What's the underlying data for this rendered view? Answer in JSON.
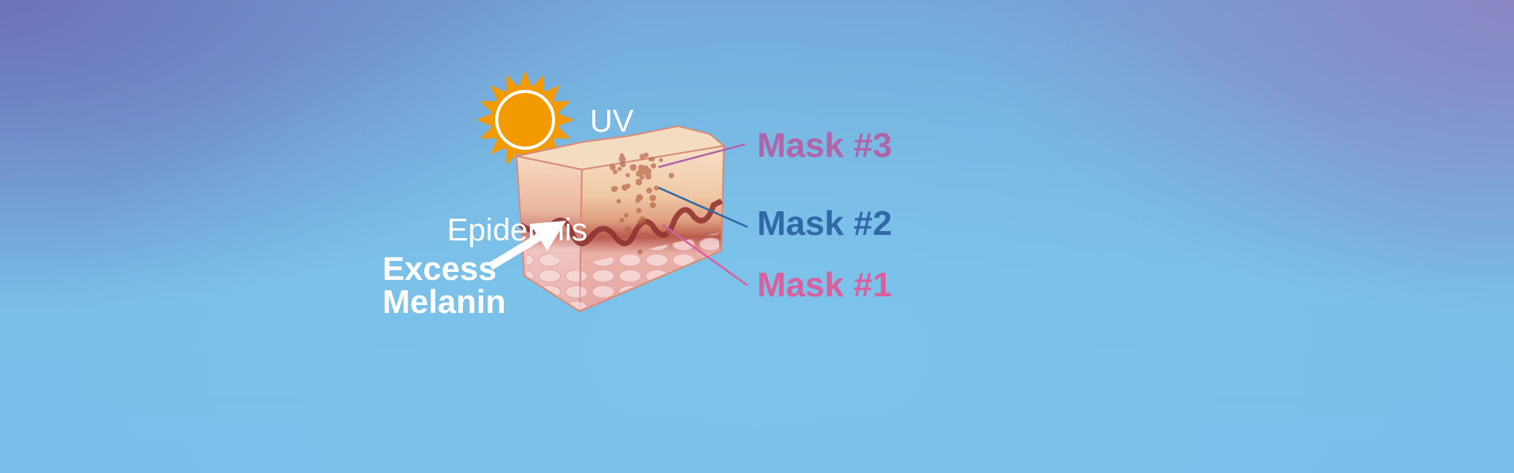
{
  "labels": {
    "uv": "UV",
    "epidermis": "Epidermis",
    "excess_melanin_line1": "Excess",
    "excess_melanin_line2": "Melanin",
    "mask3": "Mask #3",
    "mask2": "Mask #2",
    "mask1": "Mask #1"
  },
  "colors": {
    "sun": "#f39a00",
    "mask3": "#b065a8",
    "mask2": "#2e6aa8",
    "mask1": "#d9609e"
  }
}
